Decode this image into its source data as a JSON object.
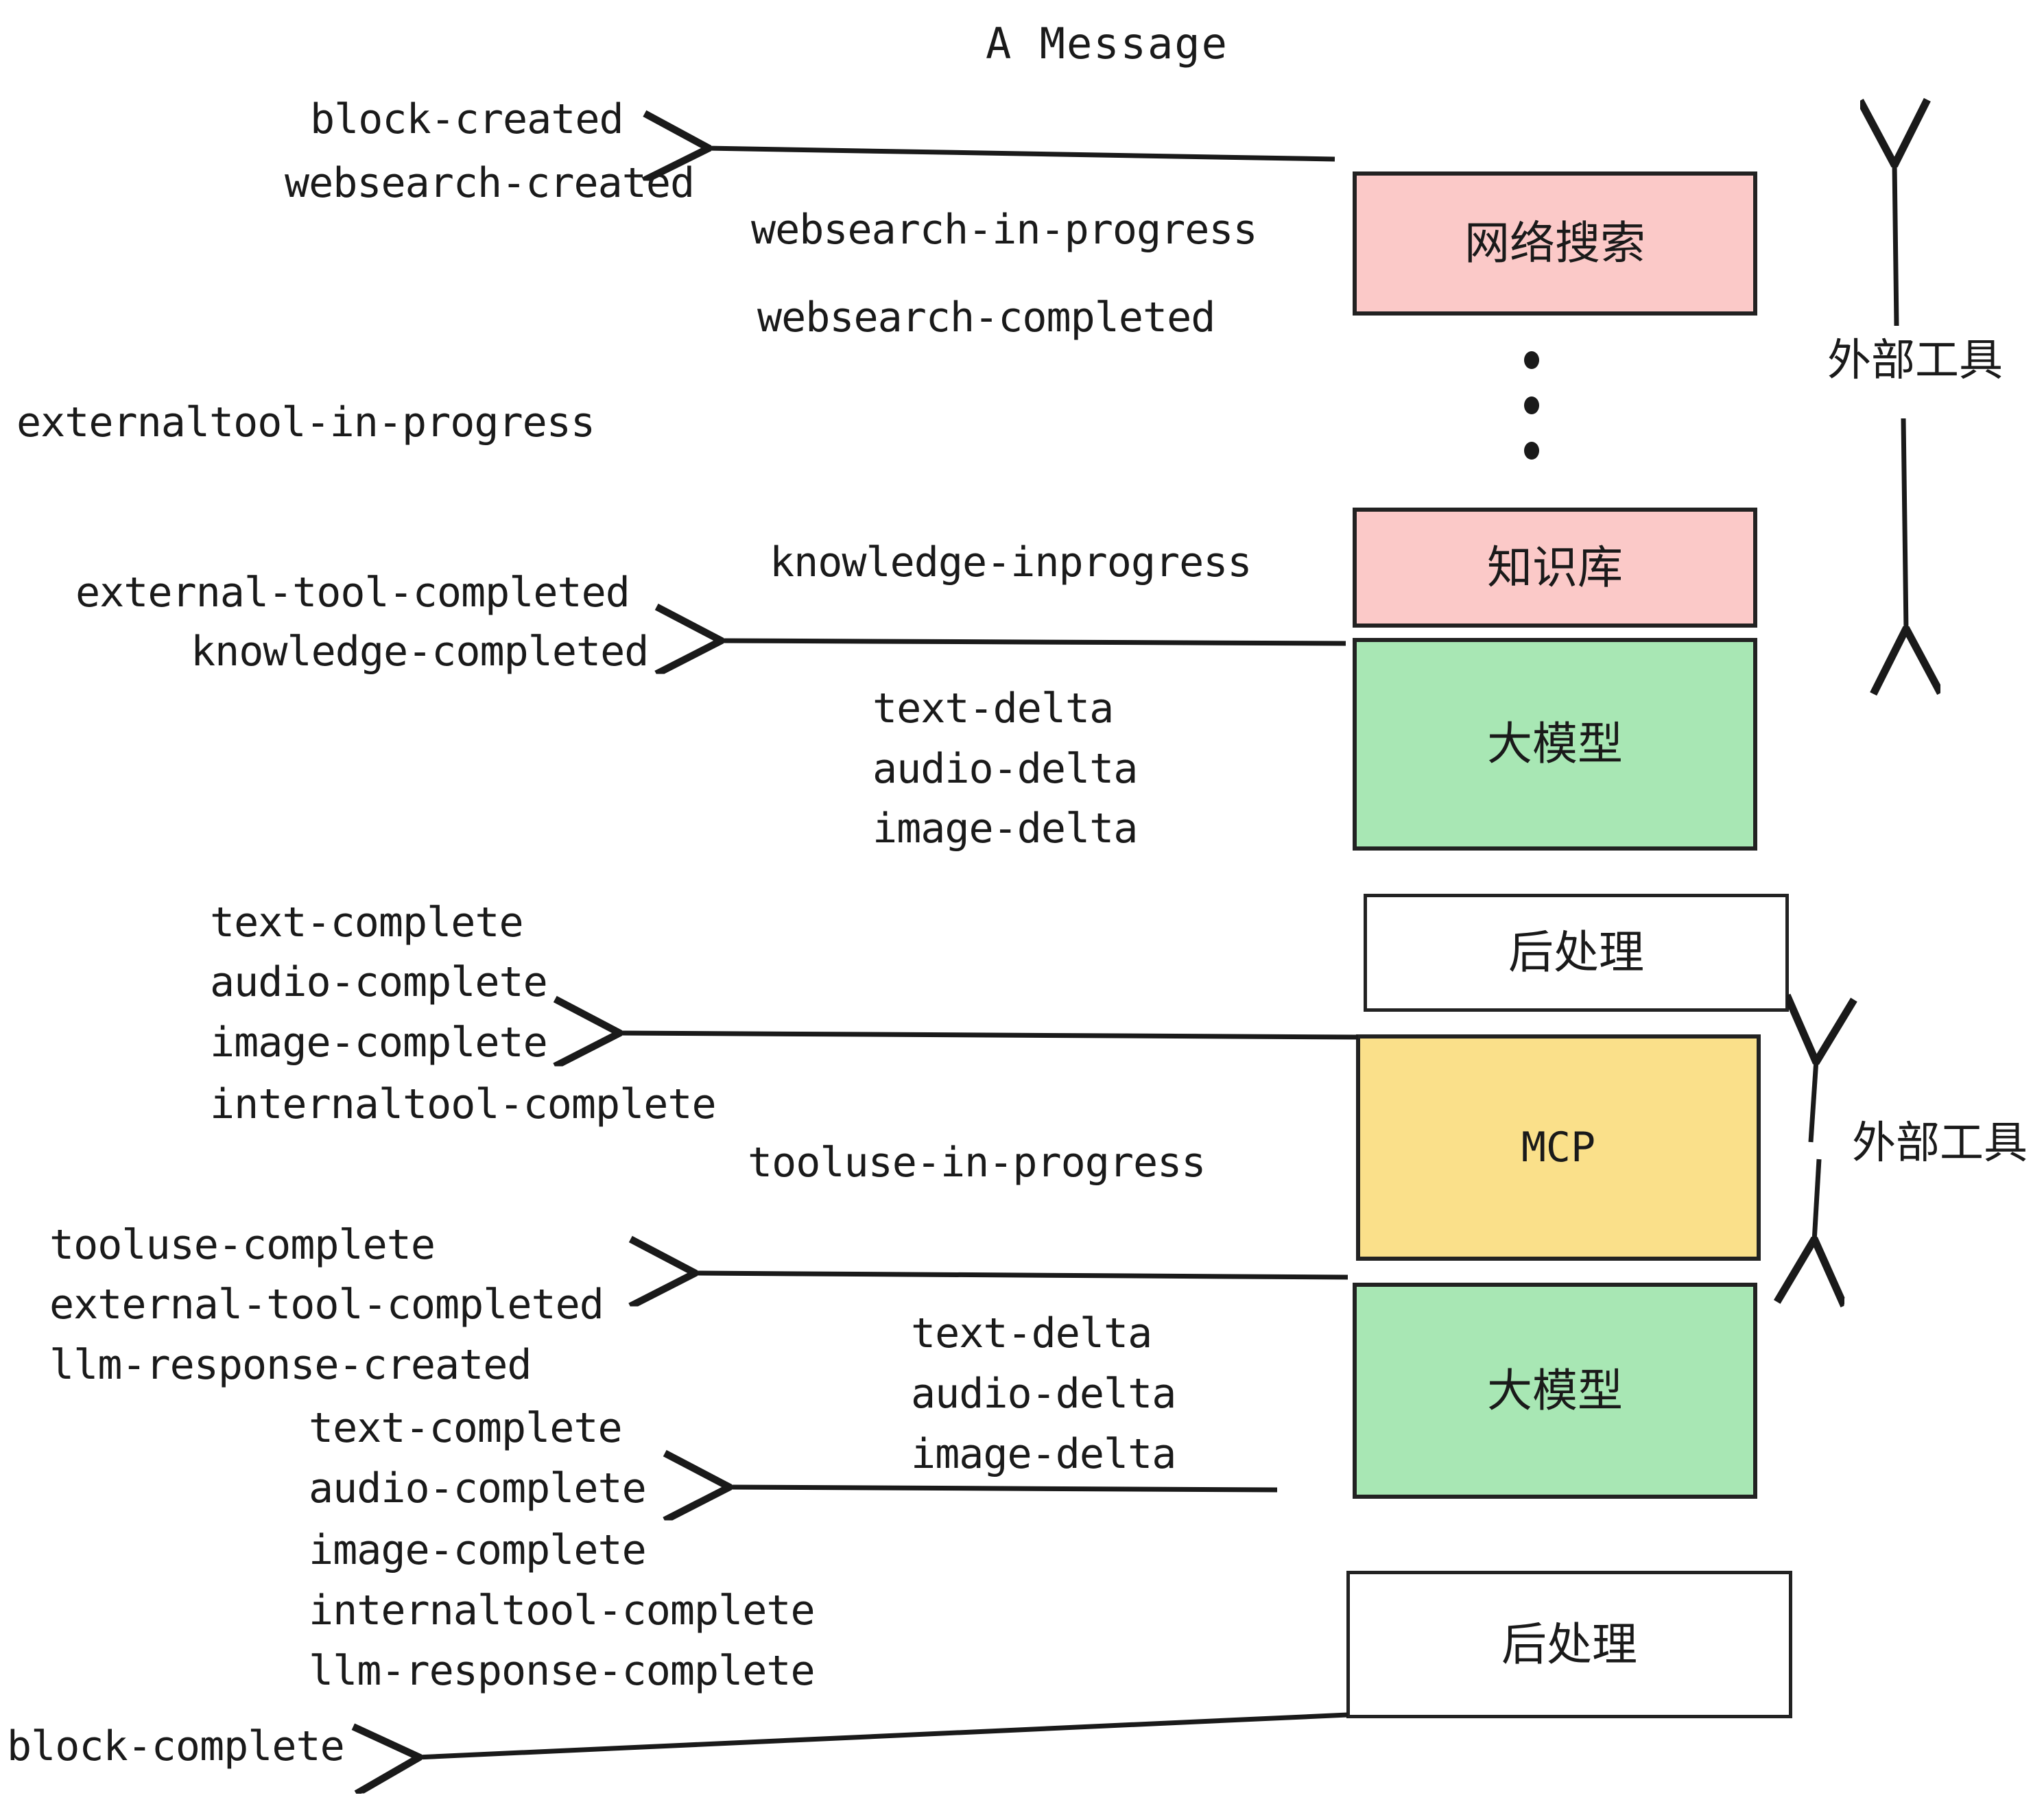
{
  "diagram": {
    "title": "A Message",
    "boxes": [
      {
        "id": "websearch",
        "label": "网络搜索",
        "color": "#fbc9c8"
      },
      {
        "id": "knowledge",
        "label": "知识库",
        "color": "#fbc9c8"
      },
      {
        "id": "llm-top",
        "label": "大模型",
        "color": "#a8e7b4"
      },
      {
        "id": "post-top",
        "label": "后处理",
        "color": "#ffffff"
      },
      {
        "id": "mcp",
        "label": "MCP",
        "color": "#fae08a"
      },
      {
        "id": "llm-bottom",
        "label": "大模型",
        "color": "#a8e7b4"
      },
      {
        "id": "post-bottom",
        "label": "后处理",
        "color": "#ffffff"
      }
    ],
    "side_labels": [
      {
        "id": "external-tools-top",
        "label": "外部工具"
      },
      {
        "id": "external-tools-bottom",
        "label": "外部工具"
      }
    ],
    "events": [
      {
        "id": "block-created",
        "text": "block-created"
      },
      {
        "id": "websearch-created",
        "text": "websearch-created"
      },
      {
        "id": "websearch-in-progress",
        "text": "websearch-in-progress"
      },
      {
        "id": "websearch-completed",
        "text": "websearch-completed"
      },
      {
        "id": "externaltool-in-progress",
        "text": "externaltool-in-progress"
      },
      {
        "id": "knowledge-inprogress",
        "text": "knowledge-inprogress"
      },
      {
        "id": "external-tool-completed-1",
        "text": "external-tool-completed"
      },
      {
        "id": "knowledge-completed",
        "text": "knowledge-completed"
      },
      {
        "id": "text-delta-1",
        "text": "text-delta"
      },
      {
        "id": "audio-delta-1",
        "text": "audio-delta"
      },
      {
        "id": "image-delta-1",
        "text": "image-delta"
      },
      {
        "id": "text-complete-1",
        "text": "text-complete"
      },
      {
        "id": "audio-complete-1",
        "text": "audio-complete"
      },
      {
        "id": "image-complete-1",
        "text": "image-complete"
      },
      {
        "id": "internaltool-complete-1",
        "text": "internaltool-complete"
      },
      {
        "id": "tooluse-in-progress",
        "text": "tooluse-in-progress"
      },
      {
        "id": "tooluse-complete",
        "text": "tooluse-complete"
      },
      {
        "id": "external-tool-completed-2",
        "text": "external-tool-completed"
      },
      {
        "id": "llm-response-created",
        "text": "llm-response-created"
      },
      {
        "id": "text-delta-2",
        "text": "text-delta"
      },
      {
        "id": "audio-delta-2",
        "text": "audio-delta"
      },
      {
        "id": "image-delta-2",
        "text": "image-delta"
      },
      {
        "id": "text-complete-2",
        "text": "text-complete"
      },
      {
        "id": "audio-complete-2",
        "text": "audio-complete"
      },
      {
        "id": "image-complete-2",
        "text": "image-complete"
      },
      {
        "id": "internaltool-complete-2",
        "text": "internaltool-complete"
      },
      {
        "id": "llm-response-complete",
        "text": "llm-response-complete"
      },
      {
        "id": "block-complete",
        "text": "block-complete"
      }
    ],
    "colors": {
      "pink": "#fbc9c8",
      "green": "#a8e7b4",
      "yellow": "#fae08a",
      "white": "#ffffff",
      "stroke": "#222222",
      "text": "#1a1a1a"
    }
  }
}
